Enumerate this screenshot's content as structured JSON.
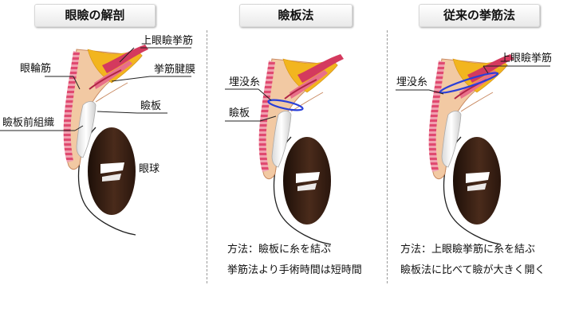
{
  "panels": [
    {
      "title": "眼瞼の解剖",
      "labels": {
        "levator_muscle": "上眼瞼挙筋",
        "orbicularis": "眼輪筋",
        "aponeurosis": "挙筋腱膜",
        "tarsus": "瞼板",
        "pretarsal_tissue": "瞼板前組織",
        "eyeball": "眼球"
      }
    },
    {
      "title": "瞼板法",
      "labels": {
        "buried_suture": "埋没糸",
        "tarsus": "瞼板"
      },
      "caption": [
        "方法：瞼板に糸を結ぶ",
        "挙筋法より手術時間は短時間"
      ]
    },
    {
      "title": "従来の挙筋法",
      "labels": {
        "buried_suture": "埋没糸",
        "levator_muscle": "上眼瞼挙筋"
      },
      "caption": [
        "方法：上眼瞼挙筋に糸を結ぶ",
        "瞼板法に比べて瞼が大きく開く"
      ]
    }
  ],
  "colors": {
    "skin": "#f2c9a3",
    "muscle": "#e8567a",
    "fat": "#f2b51f",
    "tarsus": "#f4f4f4",
    "eye": "#3b2217",
    "suture": "#2a3fd8"
  }
}
